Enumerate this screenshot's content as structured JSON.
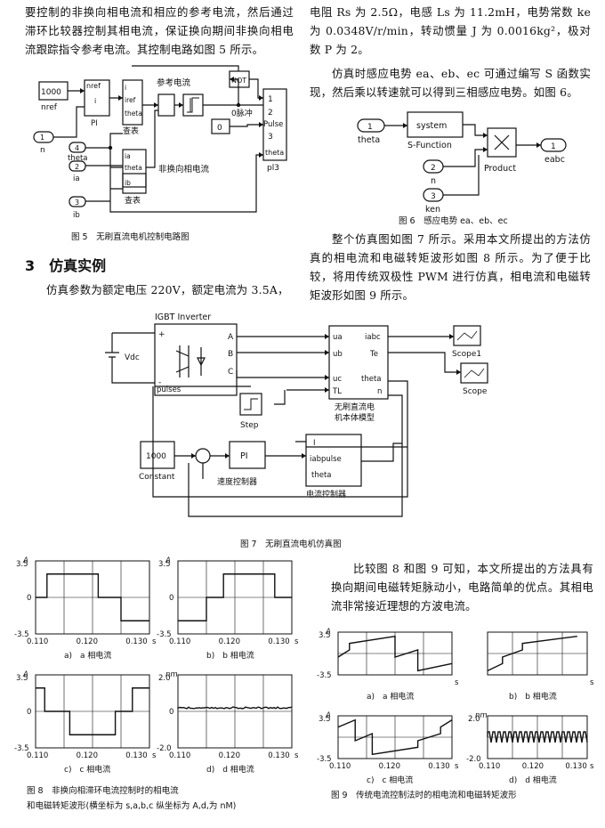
{
  "left_top_para": "要控制的非换向相电流和相应的参考电流，然后通过滞环比较器控制其相电流，保证换向期间非换向相电流跟踪指令参考电流。其控制电路如图 5 所示。",
  "right_top_para": "电阻 Rs 为 2.5Ω，电感 Ls 为 11.2mH，电势常数 ke 为 0.0348V/r/min，转动惯量 J 为 0.0016kg²，极对数 P 为 2。",
  "right_para2": "仿真时感应电势 ea、eb、ec 可通过编写 S 函数实现，然后乘以转速就可以得到三相感应电势。如图 6。",
  "right_para3": "整个仿真图如图 7 所示。采用本文所提出的方法仿真的相电流和电磁转矩波形如图 8 所示。为了便于比较，将用传统双极性 PWM 进行仿真，相电流和电磁转矩波形如图 9 所示。",
  "section_heading": "3　仿真实例",
  "left_para2": "仿真参数为额定电压 220V，额定电流为 3.5A，",
  "right_para4": "比较图 8 和图 9 可知，本文所提出的方法具有换向期间电磁转矩脉动小，电路简单的优点。其相电流非常接近理想的方波电流。",
  "fig5": {
    "caption": "图 5　无刷直流电机控制电路图",
    "nref_value": "1000",
    "nref": "nref",
    "pi_label": "PI",
    "pi_nref": "nref",
    "pi_i": "i",
    "n_num": "1",
    "n": "n",
    "table1_label": "查表",
    "table1_ports": [
      "i",
      "iref",
      "theta"
    ],
    "ref_current": "参考电流",
    "not_label": "NOT",
    "zero_value": "0",
    "zero_pulse": "0脉冲",
    "pulse_ports": [
      "1",
      "2",
      "Pulse",
      "3",
      "theta"
    ],
    "pulse_name": "pl3",
    "theta_num": "4",
    "theta": "theta",
    "ia_num": "2",
    "ia": "ia",
    "ib_num": "3",
    "ib": "ib",
    "table2_ports": [
      "ia",
      "theta",
      "ib"
    ],
    "table2_label": "查表",
    "non_comm": "非换向相电流"
  },
  "fig6": {
    "caption": "图 6　感应电势 ea、eb、ec",
    "theta_num": "1",
    "theta": "theta",
    "system": "system",
    "sfunc": "S-Function",
    "n_num": "2",
    "n": "n",
    "product": "Product",
    "ken_num": "3",
    "ken": "ken",
    "eabc_num": "1",
    "eabc": "eabc"
  },
  "fig7": {
    "caption": "图 7　无刷直流电机仿真图",
    "inverter": "IGBT Inverter",
    "inv_plus": "+",
    "inv_minus": "-",
    "inv_a": "A",
    "inv_b": "B",
    "inv_c": "C",
    "inv_pulses": "pulses",
    "vdc": "Vdc",
    "motor_in": [
      "ua",
      "ub",
      "uc",
      "TL"
    ],
    "motor_out": [
      "iabc",
      "Te",
      "theta",
      "n"
    ],
    "motor_label1": "无刷直流电",
    "motor_label2": "机本体模型",
    "scope1": "Scope1",
    "scope": "Scope",
    "step": "Step",
    "constant_value": "1000",
    "constant": "Constant",
    "pi": "PI",
    "speed_ctrl": "速度控制器",
    "cur_ports": [
      "I",
      "iabpulse",
      "theta"
    ],
    "cur_ctrl": "电流控制器"
  },
  "fig8": {
    "caption1": "图 8　非换向相滞环电流控制时的相电流",
    "caption2": "和电磁转矩波形(横坐标为 s,a,b,c 纵坐标为 A,d,为 nM)",
    "plots": [
      {
        "sub": "a)　a 相电流",
        "ymax": "3.5",
        "ymid": "0",
        "ymin": "-3.5",
        "yunit": "A",
        "x": [
          "0.110",
          "0.120",
          "0.130"
        ],
        "xunit": "s"
      },
      {
        "sub": "b)　b 相电流",
        "ymax": "3.5",
        "ymid": "0",
        "ymin": "-3.5",
        "yunit": "A",
        "x": [
          "0.110",
          "0.120",
          "0.130"
        ],
        "xunit": "s"
      },
      {
        "sub": "c)　c 相电流",
        "ymax": "3.5",
        "ymid": "0",
        "ymin": "-3.5",
        "yunit": "A",
        "x": [
          "0.110",
          "0.120",
          "0.130"
        ],
        "xunit": "s"
      },
      {
        "sub": "d)　d 相电流",
        "ymax": "2.0",
        "ymid": "0",
        "ymin": "-2.0",
        "yunit": "nm",
        "x": [
          "0.110",
          "0.120",
          "0.130"
        ],
        "xunit": "s"
      }
    ]
  },
  "fig9": {
    "caption": "图 9　传统电流控制法时的相电流和电磁转矩波形",
    "plots": [
      {
        "sub": "a)　a 相电流",
        "ymax": "3.5",
        "ymin": "-3.5",
        "yunit": "A",
        "xunit": "s"
      },
      {
        "sub": "b)　b 相电流",
        "ymax": "",
        "ymin": "",
        "yunit": "",
        "xunit": "s"
      },
      {
        "sub": "c)　c 相电流",
        "ymax": "3.5",
        "ymin": "-3.5",
        "yunit": "A",
        "x": [
          "0.110",
          "0.120",
          "0.130"
        ],
        "xunit": "s"
      },
      {
        "sub": "d)　d 相电流",
        "ymax": "2.0",
        "ymin": "-2.0",
        "yunit": "nm",
        "x": [
          "0.110",
          "0.120",
          "0.130"
        ],
        "xunit": "s"
      }
    ]
  }
}
